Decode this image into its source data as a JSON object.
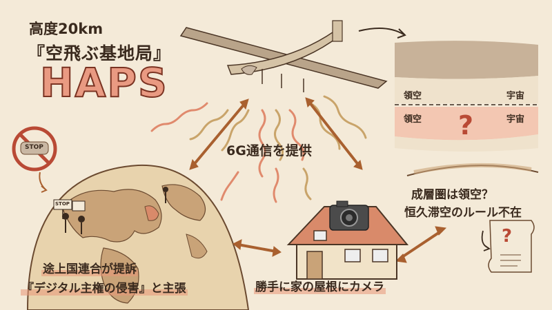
{
  "title": {
    "altitude": "高度20km",
    "subtitle": "『空飛ぶ基地局』",
    "main": "HAPS"
  },
  "center_label": "6G通信を提供",
  "airspace": {
    "row1_left": "領空",
    "row1_right": "宇宙",
    "row2_left": "領空",
    "row2_right": "宇宙",
    "question_mark": "?"
  },
  "right_caption": {
    "line1": "成層圏は領空？",
    "line2": "恒久滞空のルール不在"
  },
  "bottom_left_caption": {
    "line1": "途上国連合が提訴",
    "line2": "『デジタル主権の侵害』と主張"
  },
  "bottom_center_caption": "勝手に家の屋根にカメラ",
  "signs": {
    "stop_sign": "STOP",
    "protest_sign_1": "STOP"
  },
  "colors": {
    "background": "#f4ead8",
    "accent": "#e99a82",
    "arrow": "#a9602f",
    "text": "#3a2a1e"
  }
}
